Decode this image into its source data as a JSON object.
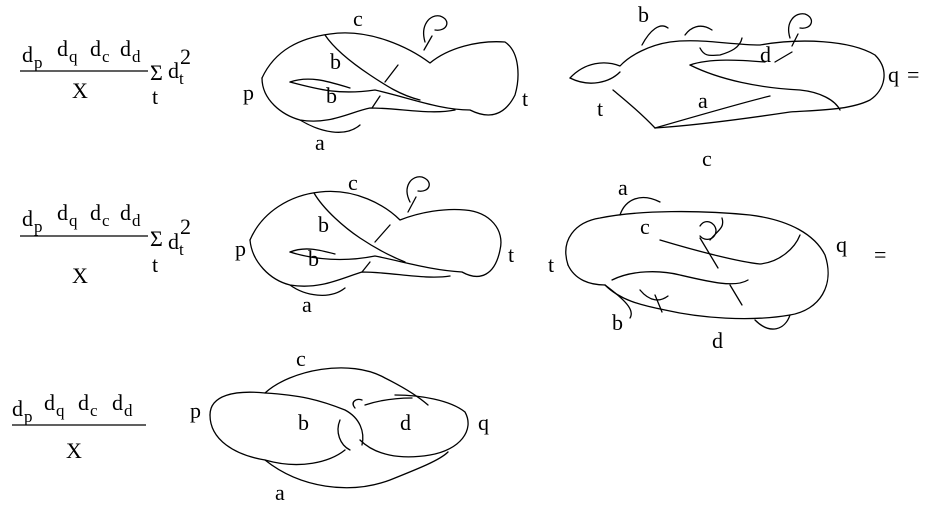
{
  "rows": [
    {
      "prefactor": {
        "d": "d",
        "subs": [
          "p",
          "q",
          "c",
          "d"
        ],
        "denominator": "X"
      },
      "sum": {
        "symbol": "Σ",
        "index": "t",
        "term": "d",
        "term_sub": "t",
        "exponent": "2"
      },
      "left_diagram": {
        "labels": {
          "p": "p",
          "c": "c",
          "b1": "b",
          "b2": "b",
          "a": "a",
          "t": "t"
        }
      },
      "right_diagram": {
        "labels": {
          "b": "b",
          "d": "d",
          "q": "q",
          "t": "t",
          "a": "a",
          "c": "c"
        }
      },
      "relation": "="
    },
    {
      "prefactor": {
        "d": "d",
        "subs": [
          "p",
          "q",
          "c",
          "d"
        ],
        "denominator": "X"
      },
      "sum": {
        "symbol": "Σ",
        "index": "t",
        "term": "d",
        "term_sub": "t",
        "exponent": "2"
      },
      "left_diagram": {
        "labels": {
          "p": "p",
          "c": "c",
          "b1": "b",
          "b2": "b",
          "a": "a",
          "t": "t"
        }
      },
      "right_diagram": {
        "labels": {
          "a": "a",
          "c": "c",
          "q": "q",
          "t": "t",
          "b": "b",
          "d": "d"
        }
      },
      "relation": "="
    },
    {
      "prefactor": {
        "d": "d",
        "subs": [
          "p",
          "q",
          "c",
          "d"
        ],
        "denominator": "X"
      },
      "diagram": {
        "labels": {
          "c": "c",
          "p": "p",
          "b": "b",
          "d": "d",
          "q": "q",
          "a": "a"
        }
      }
    }
  ]
}
